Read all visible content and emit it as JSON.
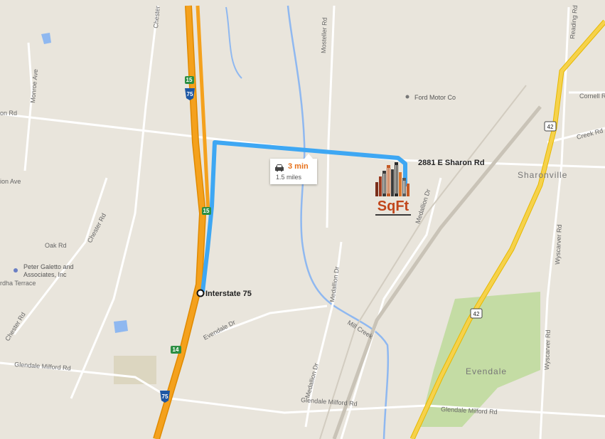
{
  "route": {
    "time": "3 min",
    "distance": "1.5 miles"
  },
  "markers": {
    "destination": "2881 E Sharon Rd",
    "origin": "Interstate 75"
  },
  "places": {
    "ford": "Ford Motor Co",
    "peter_1": "Peter Galetto and",
    "peter_2": "Associates, Inc"
  },
  "towns": {
    "sharonville": "Sharonville",
    "evendale": "Evendale"
  },
  "roads": {
    "chester_top": "Chester",
    "reading": "Reading Rd",
    "monroe": "Monroe Ave",
    "mosteller": "Mosteller Rd",
    "sharon_left": "on Rd",
    "cornell": "Cornell R",
    "creek": "Creek Rd",
    "ion_ave": "ion Ave",
    "chester_mid": "Chester Rd",
    "medallion_top": "Medallion Dr",
    "oak": "Oak Rd",
    "wyscarver_top": "Wyscarver Rd",
    "terrace": "rdha Terrace",
    "medallion_mid": "Medallion Dr",
    "mill_creek": "Mill Creek",
    "chester_low": "Chester Rd",
    "evendale_dr": "Evendale Dr",
    "wyscarver_low": "Wyscarver Rd",
    "glendale_left": "Glendale Milford Rd",
    "medallion_low": "Medallion Dr",
    "glendale_mid": "Glendale Milford Rd",
    "glendale_right": "Glendale Milford Rd"
  },
  "shields": {
    "exit_15_top": "15",
    "i75_top": "75",
    "exit_15_mid": "15",
    "us_42_top": "42",
    "us_42_low": "42",
    "exit_14": "14",
    "i75_low": "75"
  },
  "logo": {
    "text": "SqFt"
  },
  "colors": {
    "route": "#3ea7f3",
    "interstate": "#f4a11d",
    "highway": "#f6d24b",
    "water": "#8fb8f0",
    "park": "#c4dca4"
  }
}
